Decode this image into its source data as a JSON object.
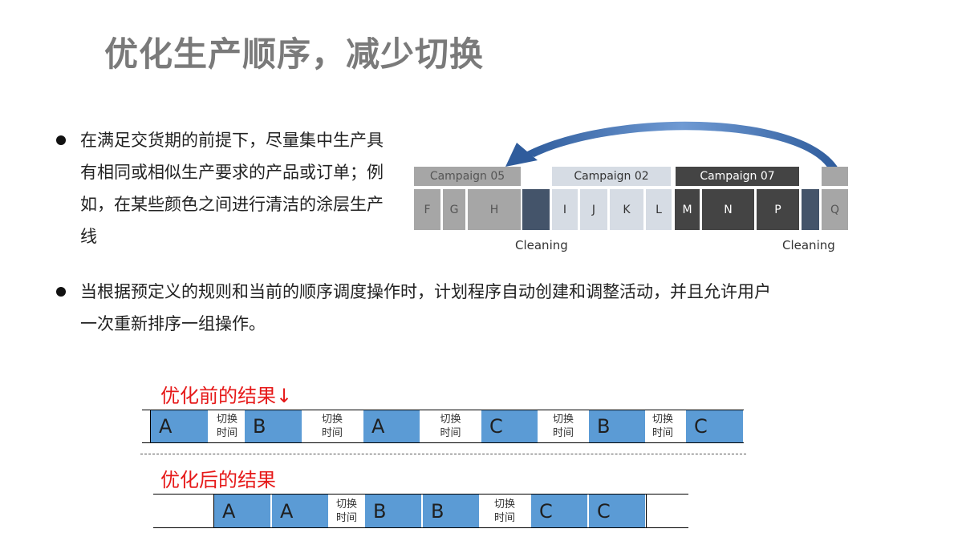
{
  "title": "优化生产顺序，减少切换",
  "bullets": [
    "在满足交货期的前提下，尽量集中生产具有相同或相似生产要求的产品或订单；例如，在某些颜色之间进行清洁的涂层生产线",
    "当根据预定义的规则和当前的顺序调度操作时，计划程序自动创建和调整活动，并且允许用户一次重新排序一组操作。"
  ],
  "campaigns": {
    "headers": [
      "Campaign 05",
      "Campaign 02",
      "Campaign 07"
    ],
    "blocks": [
      "F",
      "G",
      "H",
      "I",
      "J",
      "K",
      "L",
      "M",
      "N",
      "P",
      "Q"
    ],
    "cleaning_labels": [
      "Cleaning",
      "Cleaning"
    ]
  },
  "before": {
    "title": "优化前的结果",
    "arrow": "↓",
    "products": [
      "A",
      "B",
      "A",
      "C",
      "B",
      "C"
    ],
    "switch_label_1": "切换",
    "switch_label_2": "时间"
  },
  "after": {
    "title": "优化后的结果",
    "products": [
      "A",
      "A",
      "B",
      "B",
      "C",
      "C"
    ],
    "switch_label_1": "切换",
    "switch_label_2": "时间"
  },
  "colors": {
    "title_gray": "#7a7a7a",
    "section_red": "#e61919",
    "product_blue": "#5b9bd5",
    "campaign_dark": "#444444",
    "cleaning_navy": "#44546a",
    "light_gray": "#d6dce4",
    "mid_gray": "#a6a6a6",
    "arrow_blue": "#4a7ebb"
  }
}
